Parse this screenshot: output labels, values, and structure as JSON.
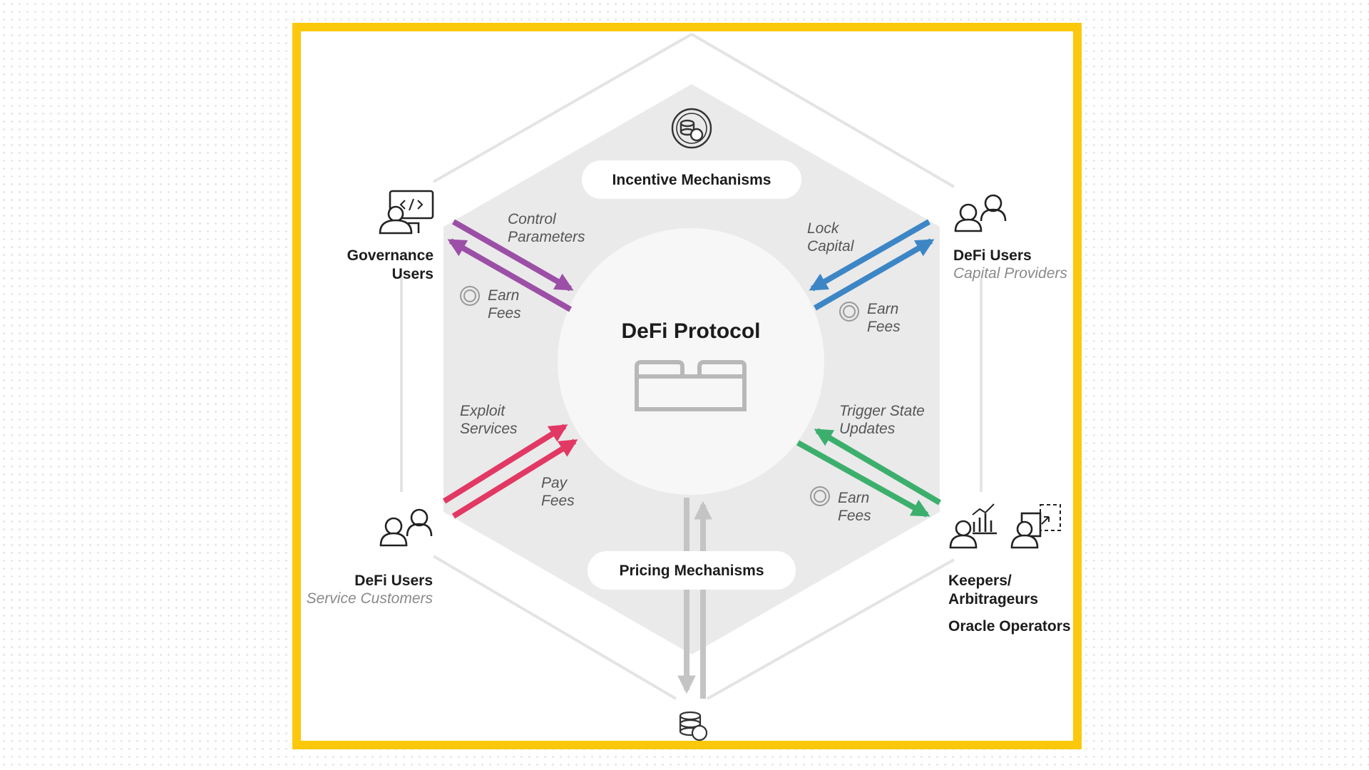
{
  "diagram": {
    "center": {
      "title": "DeFi Protocol",
      "icon": "lego-brick-icon"
    },
    "top_box": {
      "label": "Incentive Mechanisms",
      "icon": "coins-icon"
    },
    "bottom_box": {
      "label": "Pricing Mechanisms",
      "icon": "coin-stack-icon"
    },
    "actors": {
      "governance": {
        "line1": "Governance",
        "line2": "Users",
        "icon": "developer-user-icon"
      },
      "capital": {
        "title": "DeFi Users",
        "subtitle": "Capital Providers",
        "icon": "users-icon"
      },
      "service": {
        "title": "DeFi Users",
        "subtitle": "Service Customers",
        "icon": "users-icon"
      },
      "keepers": {
        "line1": "Keepers/",
        "line2": "Arbitrageurs",
        "line3": "Oracle Operators",
        "icon": "analyst-user-icon"
      }
    },
    "flows": {
      "gov_out": {
        "line1": "Control",
        "line2": "Parameters",
        "color": "#9c4fa6"
      },
      "gov_in": {
        "line1": "Earn",
        "line2": "Fees",
        "color": "#9c4fa6"
      },
      "cap_out": {
        "line1": "Lock",
        "line2": "Capital",
        "color": "#3d86c6"
      },
      "cap_in": {
        "line1": "Earn",
        "line2": "Fees",
        "color": "#3d86c6"
      },
      "svc_out": {
        "line1": "Exploit",
        "line2": "Services",
        "color": "#e23864"
      },
      "svc_in": {
        "line1": "Pay",
        "line2": "Fees",
        "color": "#e23864"
      },
      "kee_out": {
        "line1": "Trigger State",
        "line2": "Updates",
        "color": "#3daf6d"
      },
      "kee_in": {
        "line1": "Earn",
        "line2": "Fees",
        "color": "#3daf6d"
      }
    },
    "colors": {
      "frame": "#fbc80c",
      "hexagon": "#eaeaea",
      "outline": "#e4e4e4",
      "grey_arrows": "#c4c4c4"
    }
  }
}
